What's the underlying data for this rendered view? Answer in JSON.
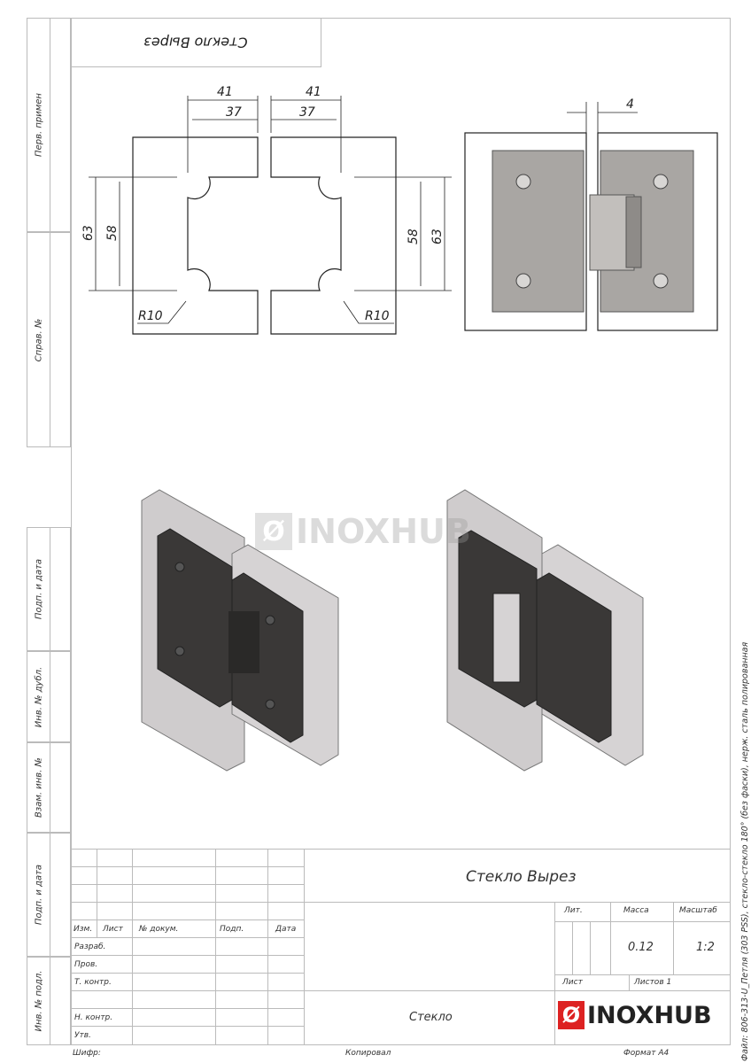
{
  "header": {
    "mirrored_title": "Стекло Вырез"
  },
  "side_strip": [
    "Перв. примен",
    "Справ. №",
    "Подп. и дата",
    "Инв. № дубл.",
    "Взам. инв. №",
    "Подп. и дата",
    "Инв. № подл."
  ],
  "dimensions": {
    "left": {
      "w_outer": "41",
      "w_inner": "37",
      "h_outer": "63",
      "h_inner": "58",
      "radius": "R10"
    },
    "right": {
      "w_outer": "41",
      "w_inner": "37",
      "h_outer": "63",
      "h_inner": "58",
      "radius": "R10"
    },
    "gap": "4"
  },
  "watermark": "INOXHUB",
  "title_block": {
    "title": "Стекло Вырез",
    "material": "Стекло",
    "headers": {
      "izm": "Изм.",
      "list": "Лист",
      "doc": "№ докум.",
      "podp": "Подп.",
      "data": "Дата"
    },
    "roles": [
      "Разраб.",
      "Пров.",
      "Т. контр.",
      "",
      "Н. контр.",
      "Утв."
    ],
    "lit_label": "Лит.",
    "mass_label": "Масса",
    "scale_label": "Масштаб",
    "mass": "0.12",
    "scale": "1:2",
    "sheet_label": "Лист",
    "sheets_label": "Листов 1",
    "logo": "INOXHUB"
  },
  "footer": {
    "cipher": "Шифр:",
    "copied": "Копировал",
    "format": "Формат A4"
  },
  "file_note": "Файл: 806-313-U_Петля (303 PSS), стекло-стекло 180° (без фаски), нерж. сталь полированная",
  "colors": {
    "brand": "#d22222",
    "line": "#bbbbbb"
  }
}
